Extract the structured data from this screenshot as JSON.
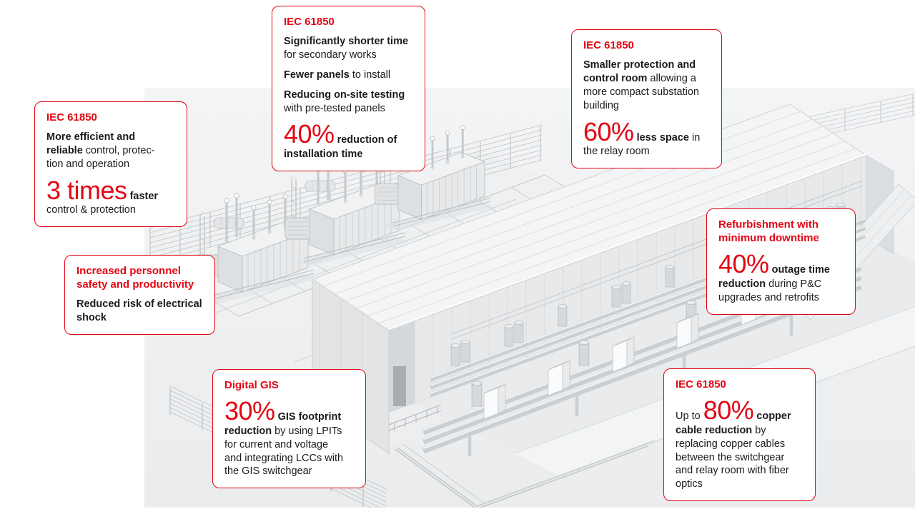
{
  "colors": {
    "accent_red": "#e30613",
    "body_text": "#1b1b1b",
    "illustration_background": "#f1f2f4"
  },
  "illustration": {
    "description": "Grayscale 3D render of a digital substation: three power transformers behind a perimeter fence and a cutaway GIS switchgear building with relay room",
    "elements": [
      "perimeter-fence",
      "power-transformers",
      "gis-building",
      "roof",
      "gis-switchgear-busbars",
      "lcc-cabinets",
      "lifted-roof-panel",
      "cable-trench"
    ]
  },
  "callouts": [
    {
      "title": "IEC 61850",
      "paragraphs": [
        [
          {
            "s": "b",
            "t": "More efficient and\nreliable"
          },
          {
            "s": "r",
            "t": " control, protec-\ntion and operation"
          }
        ],
        [
          {
            "s": "big",
            "t": "3 times"
          },
          {
            "s": "b",
            "t": " faster"
          },
          {
            "s": "r",
            "t": "\ncontrol & protection"
          }
        ]
      ]
    },
    {
      "title": "IEC 61850",
      "paragraphs": [
        [
          {
            "s": "b",
            "t": "Significantly shorter time"
          },
          {
            "s": "r",
            "t": "\nfor secondary works"
          }
        ],
        [
          {
            "s": "b",
            "t": "Fewer panels"
          },
          {
            "s": "r",
            "t": " to install"
          }
        ],
        [
          {
            "s": "b",
            "t": "Reducing on-site testing"
          },
          {
            "s": "r",
            "t": "\nwith pre-tested panels"
          }
        ],
        [
          {
            "s": "big",
            "t": "40%"
          },
          {
            "s": "b",
            "t": " reduction of\ninstallation time"
          }
        ]
      ]
    },
    {
      "title": "IEC 61850",
      "paragraphs": [
        [
          {
            "s": "b",
            "t": "Smaller protection and\ncontrol room"
          },
          {
            "s": "r",
            "t": " allowing a\nmore compact substation\nbuilding"
          }
        ],
        [
          {
            "s": "big",
            "t": "60%"
          },
          {
            "s": "b",
            "t": " less space"
          },
          {
            "s": "r",
            "t": " in\nthe relay room"
          }
        ]
      ]
    },
    {
      "title": "Increased personnel\nsafety and productivity",
      "paragraphs": [
        [
          {
            "s": "b",
            "t": "Reduced risk of electrical\nshock"
          }
        ]
      ]
    },
    {
      "title": "Refurbishment with\nminimum downtime",
      "paragraphs": [
        [
          {
            "s": "big",
            "t": "40%"
          },
          {
            "s": "b",
            "t": " outage time\nreduction"
          },
          {
            "s": "r",
            "t": " during P&C\nupgrades and retrofits"
          }
        ]
      ]
    },
    {
      "title": "Digital GIS",
      "paragraphs": [
        [
          {
            "s": "big",
            "t": "30%"
          },
          {
            "s": "b",
            "t": " GIS footprint\nreduction"
          },
          {
            "s": "r",
            "t": " by using LPITs\nfor current and voltage\nand integrating LCCs with\nthe GIS switchgear"
          }
        ]
      ]
    },
    {
      "title": "IEC 61850",
      "paragraphs": [
        [
          {
            "s": "r",
            "t": "Up to "
          },
          {
            "s": "big",
            "t": "80%"
          },
          {
            "s": "b",
            "t": " copper\ncable reduction"
          },
          {
            "s": "r",
            "t": " by\nreplacing copper cables\nbetween the switchgear\nand relay room with fiber\noptics"
          }
        ]
      ]
    }
  ]
}
